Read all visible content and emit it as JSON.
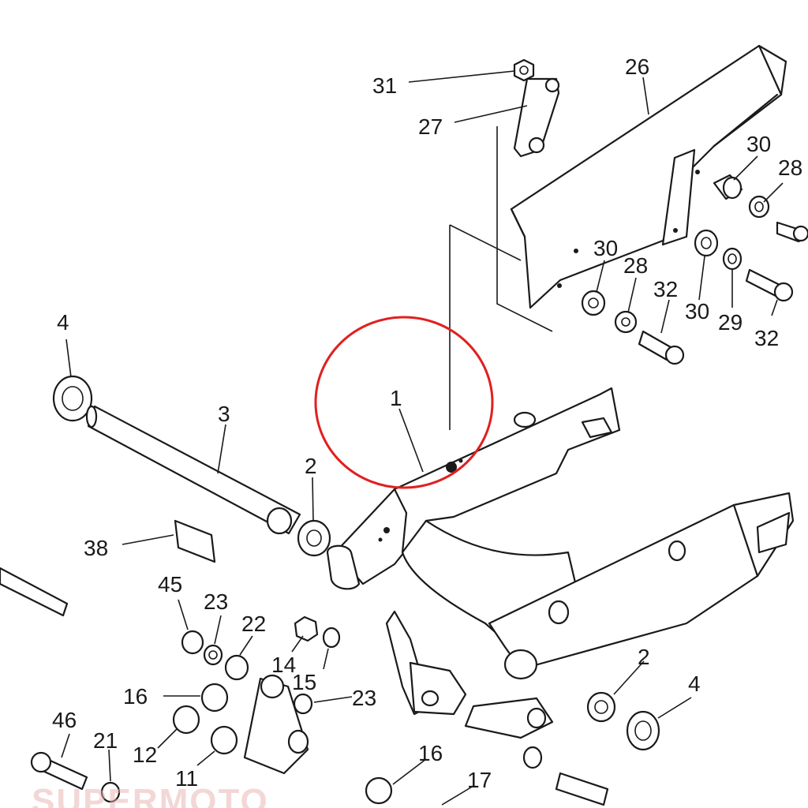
{
  "labels": [
    {
      "id": "31",
      "text": "31"
    },
    {
      "id": "27",
      "text": "27"
    },
    {
      "id": "26",
      "text": "26"
    },
    {
      "id": "30a",
      "text": "30"
    },
    {
      "id": "28a",
      "text": "28"
    },
    {
      "id": "30b",
      "text": "30"
    },
    {
      "id": "28b",
      "text": "28"
    },
    {
      "id": "32a",
      "text": "32"
    },
    {
      "id": "30c",
      "text": "30"
    },
    {
      "id": "29",
      "text": "29"
    },
    {
      "id": "32b",
      "text": "32"
    },
    {
      "id": "4a",
      "text": "4"
    },
    {
      "id": "3",
      "text": "3"
    },
    {
      "id": "1",
      "text": "1"
    },
    {
      "id": "2a",
      "text": "2"
    },
    {
      "id": "38",
      "text": "38"
    },
    {
      "id": "45",
      "text": "45"
    },
    {
      "id": "23a",
      "text": "23"
    },
    {
      "id": "22",
      "text": "22"
    },
    {
      "id": "14",
      "text": "14"
    },
    {
      "id": "15",
      "text": "15"
    },
    {
      "id": "23b",
      "text": "23"
    },
    {
      "id": "16a",
      "text": "16"
    },
    {
      "id": "46",
      "text": "46"
    },
    {
      "id": "21",
      "text": "21"
    },
    {
      "id": "12",
      "text": "12"
    },
    {
      "id": "11",
      "text": "11"
    },
    {
      "id": "16b",
      "text": "16"
    },
    {
      "id": "17",
      "text": "17"
    },
    {
      "id": "2b",
      "text": "2"
    },
    {
      "id": "4b",
      "text": "4"
    }
  ],
  "watermark": "SUPERMOTO",
  "highlight": {
    "color": "#e02020",
    "target_part": "1"
  }
}
